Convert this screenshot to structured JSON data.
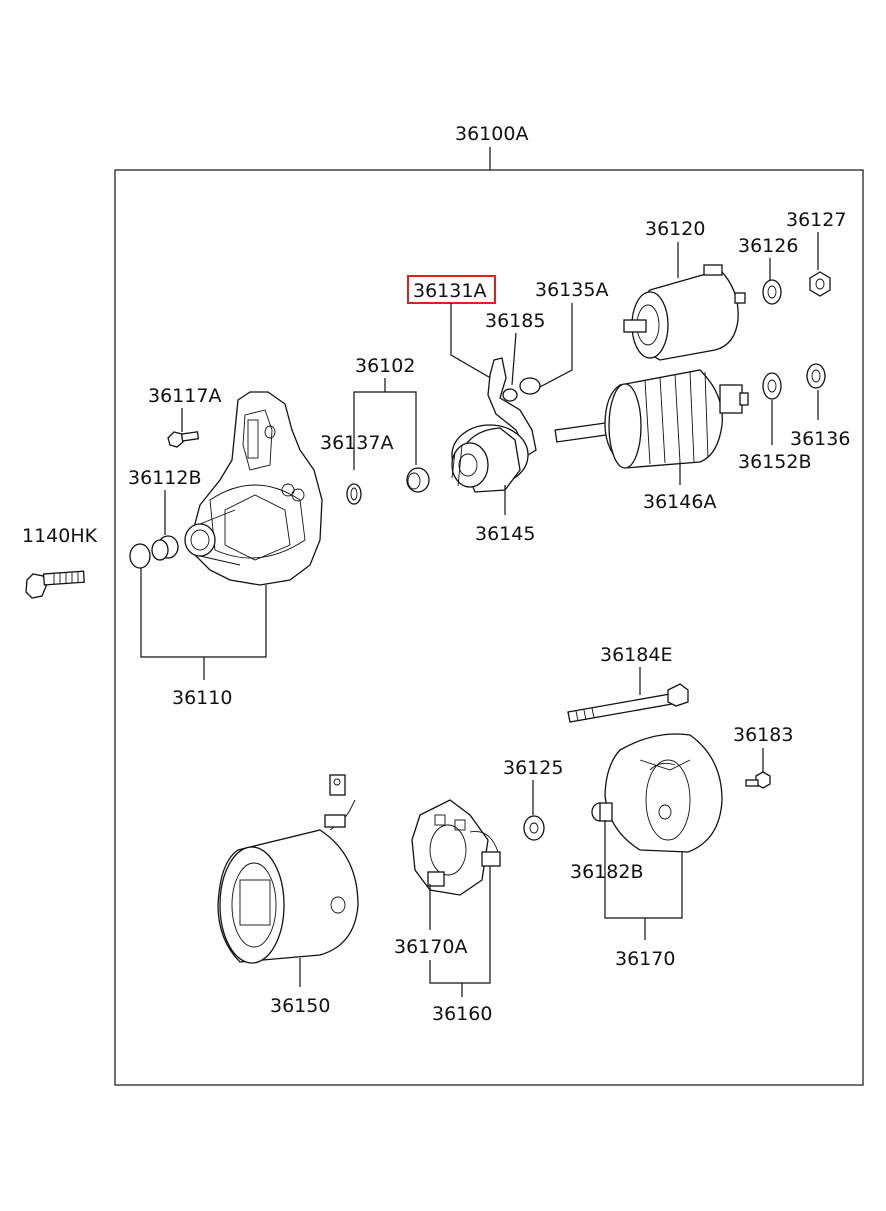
{
  "diagram": {
    "assembly_label": "36100A",
    "highlight_color": "#e0201c",
    "highlighted_part": "36131A",
    "labels": {
      "p1140HK": "1140HK",
      "p36117A": "36117A",
      "p36112B": "36112B",
      "p36110": "36110",
      "p36102": "36102",
      "p36137A": "36137A",
      "p36131A": "36131A",
      "p36135A": "36135A",
      "p36185": "36185",
      "p36145": "36145",
      "p36120": "36120",
      "p36126": "36126",
      "p36127": "36127",
      "p36146A": "36146A",
      "p36152B": "36152B",
      "p36136": "36136",
      "p36184E": "36184E",
      "p36183": "36183",
      "p36125": "36125",
      "p36182B": "36182B",
      "p36170": "36170",
      "p36170A": "36170A",
      "p36160": "36160",
      "p36150": "36150"
    }
  }
}
